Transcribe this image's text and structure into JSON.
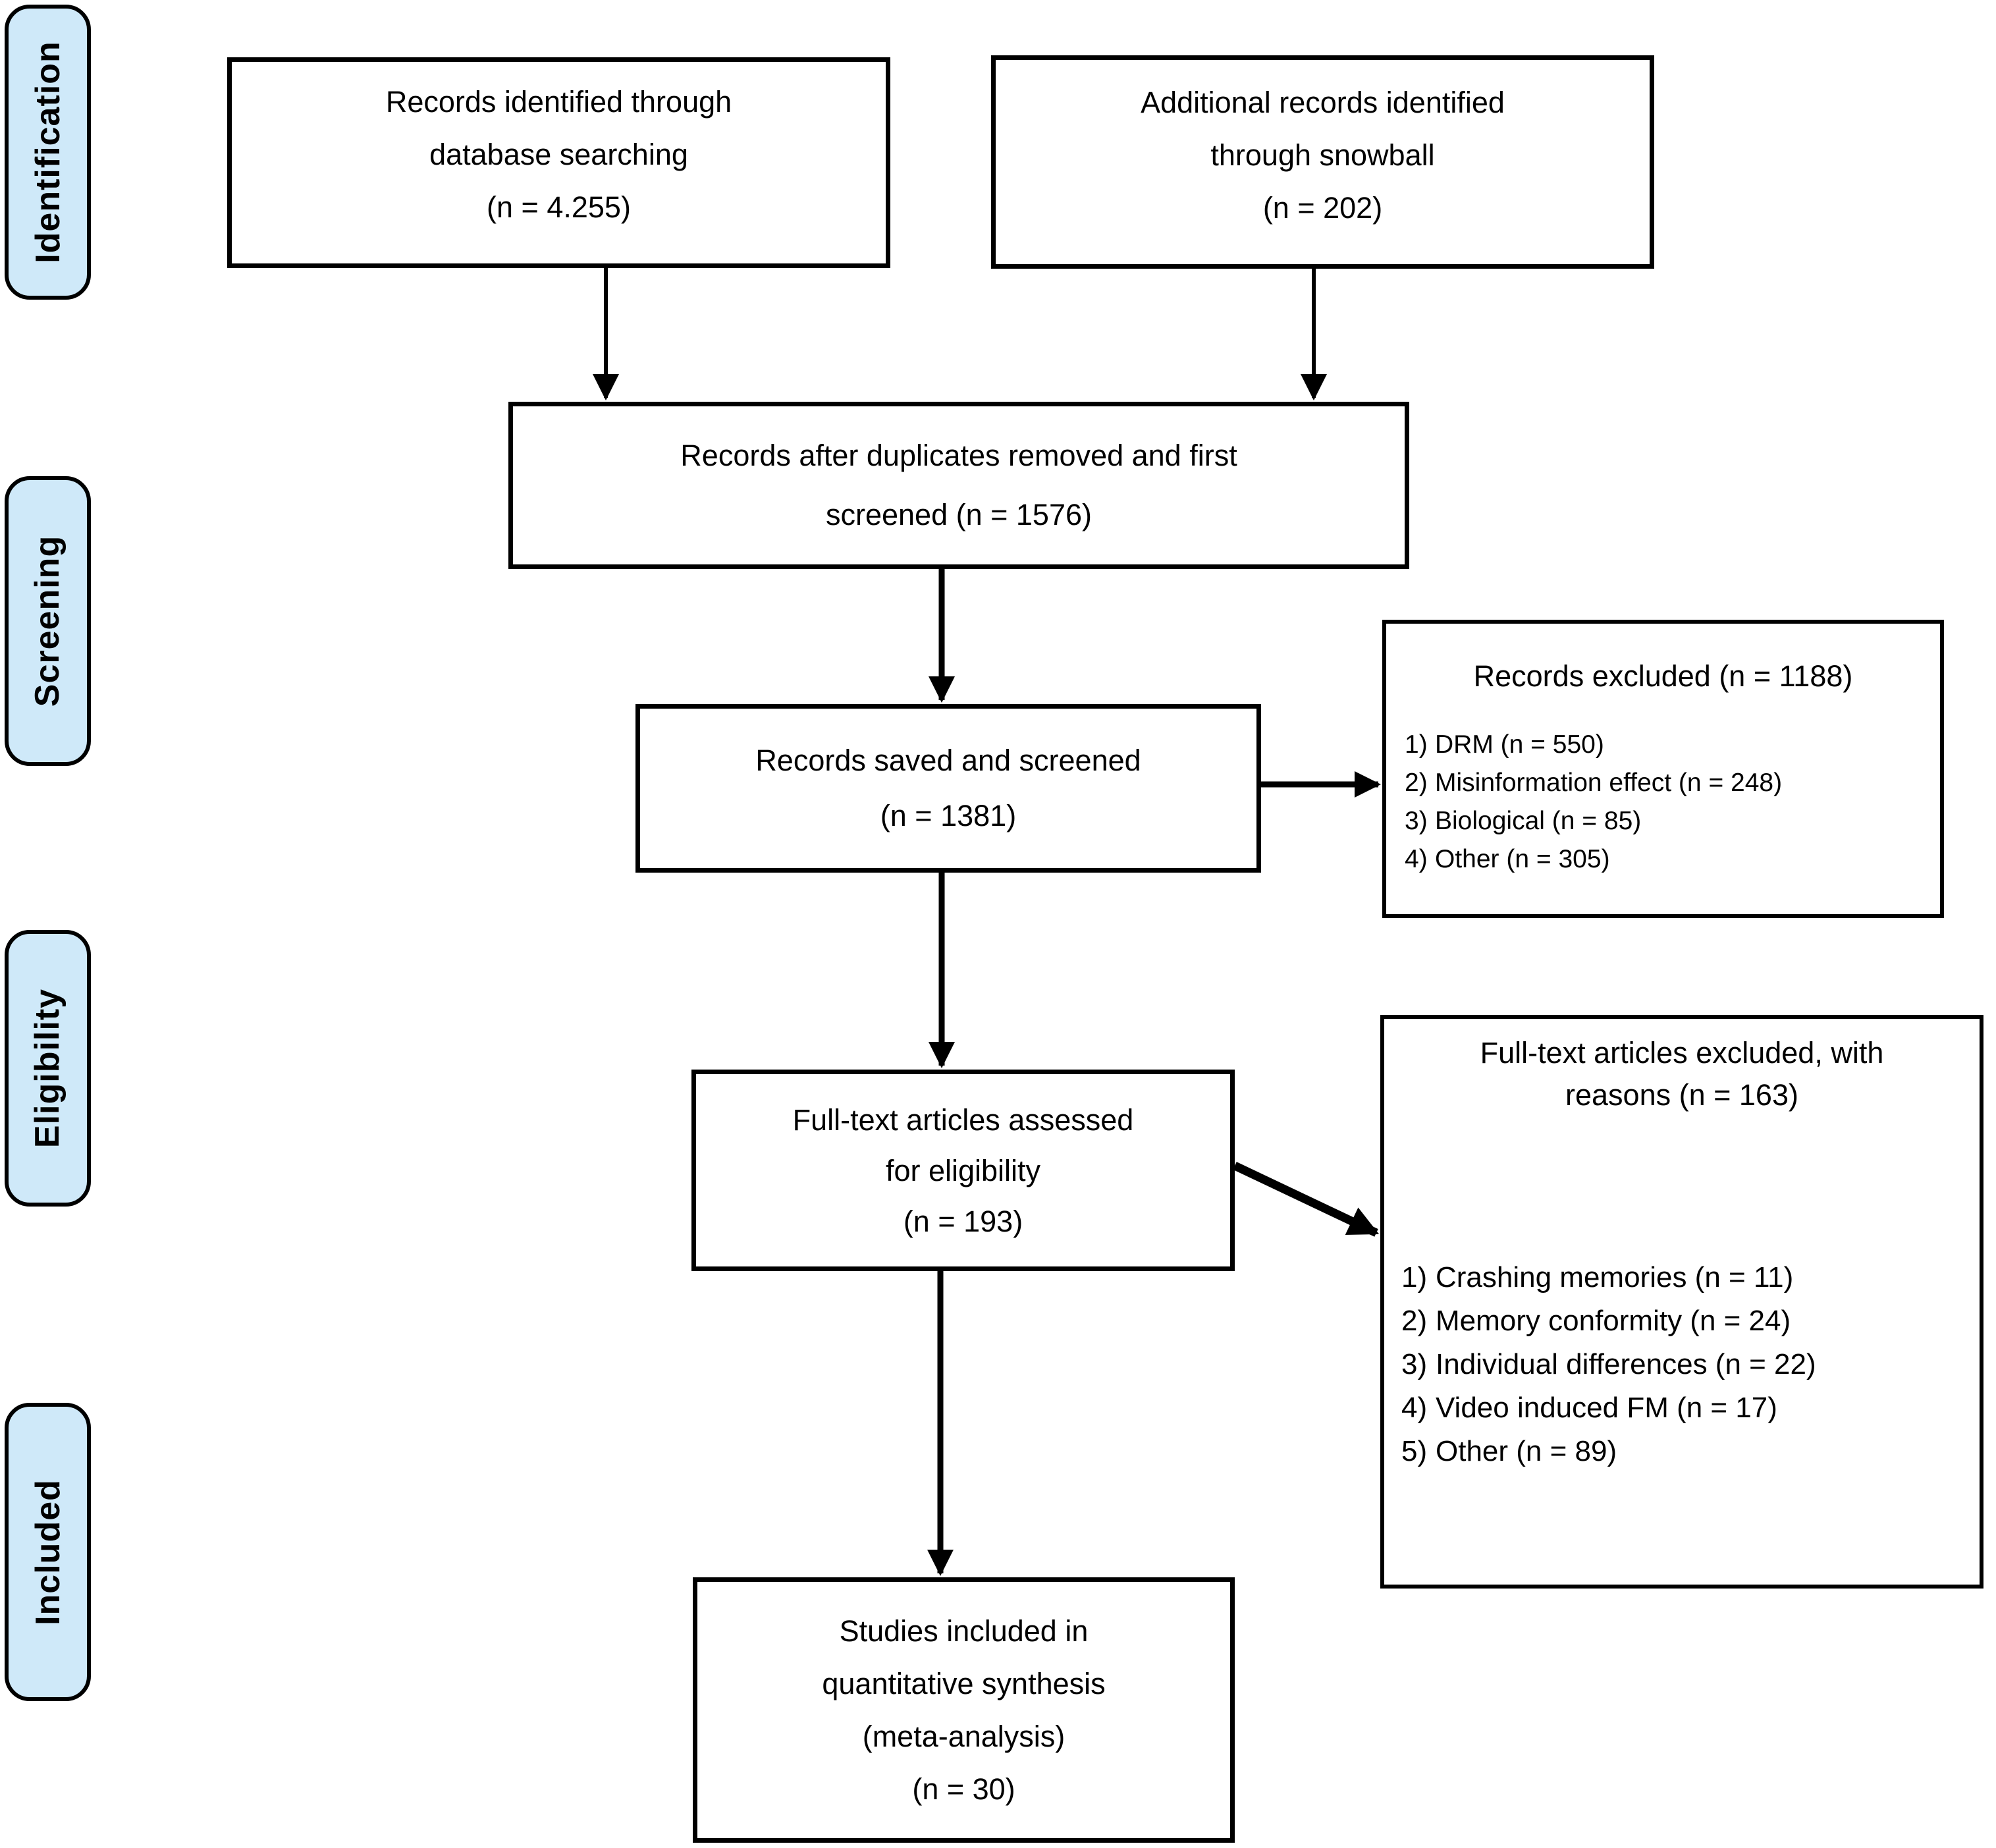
{
  "stages": [
    "Identification",
    "Screening",
    "Eligibility",
    "Included"
  ],
  "boxes": {
    "records_identified": {
      "lines": [
        "Records identified through",
        "database searching",
        "(n = 4.255)"
      ]
    },
    "additional_records": {
      "lines": [
        "Additional records identified",
        "through snowball",
        "(n = 202)"
      ]
    },
    "after_duplicates": {
      "lines": [
        "Records after duplicates removed and first",
        "screened (n = 1576)"
      ]
    },
    "saved_screened": {
      "lines": [
        "Records saved and screened",
        "(n = 1381)"
      ]
    },
    "records_excluded": {
      "title": "Records excluded (n = 1188)",
      "items": [
        {
          "marker": "1)",
          "text": "DRM (n = 550)"
        },
        {
          "marker": "2)",
          "text": "Misinformation effect (n = 248)"
        },
        {
          "marker": "3)",
          "text": "Biological (n = 85)"
        },
        {
          "marker": "4)",
          "text": "Other (n = 305)"
        }
      ]
    },
    "fulltext_assessed": {
      "lines": [
        "Full-text articles assessed",
        "for eligibility",
        "(n = 193)"
      ]
    },
    "fulltext_excluded": {
      "title_lines": [
        "Full-text articles excluded, with",
        "reasons (n = 163)"
      ],
      "items": [
        {
          "marker": "1)",
          "text": "Crashing memories (n = 11)"
        },
        {
          "marker": "2)",
          "text": "Memory conformity (n = 24)"
        },
        {
          "marker": "3)",
          "text": "Individual differences (n = 22)"
        },
        {
          "marker": "4)",
          "text": "Video induced FM (n = 17)"
        },
        {
          "marker": "5)",
          "text": "Other (n = 89)"
        }
      ]
    },
    "studies_included": {
      "lines": [
        "Studies included in",
        "quantitative synthesis",
        "(meta-analysis)",
        "(n = 30)"
      ]
    }
  },
  "colors": {
    "stage_fill": "#cfe9f9",
    "stage_border": "#000000",
    "box_border": "#000000",
    "text": "#000000",
    "background": "#ffffff"
  }
}
